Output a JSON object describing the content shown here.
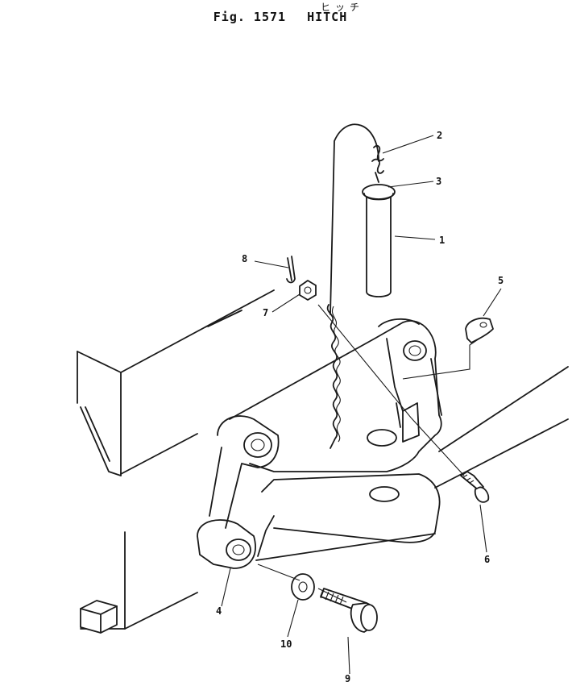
{
  "header": {
    "subtitle_kana": "ヒッチ",
    "figure_number": "Fig. 1571",
    "title": "HITCH"
  },
  "callouts": [
    {
      "id": "c1",
      "label": "1"
    },
    {
      "id": "c2",
      "label": "2"
    },
    {
      "id": "c3",
      "label": "3"
    },
    {
      "id": "c4",
      "label": "4"
    },
    {
      "id": "c5",
      "label": "5"
    },
    {
      "id": "c6",
      "label": "6"
    },
    {
      "id": "c7",
      "label": "7"
    },
    {
      "id": "c8",
      "label": "8"
    },
    {
      "id": "c9",
      "label": "9"
    },
    {
      "id": "c10",
      "label": "10"
    }
  ]
}
